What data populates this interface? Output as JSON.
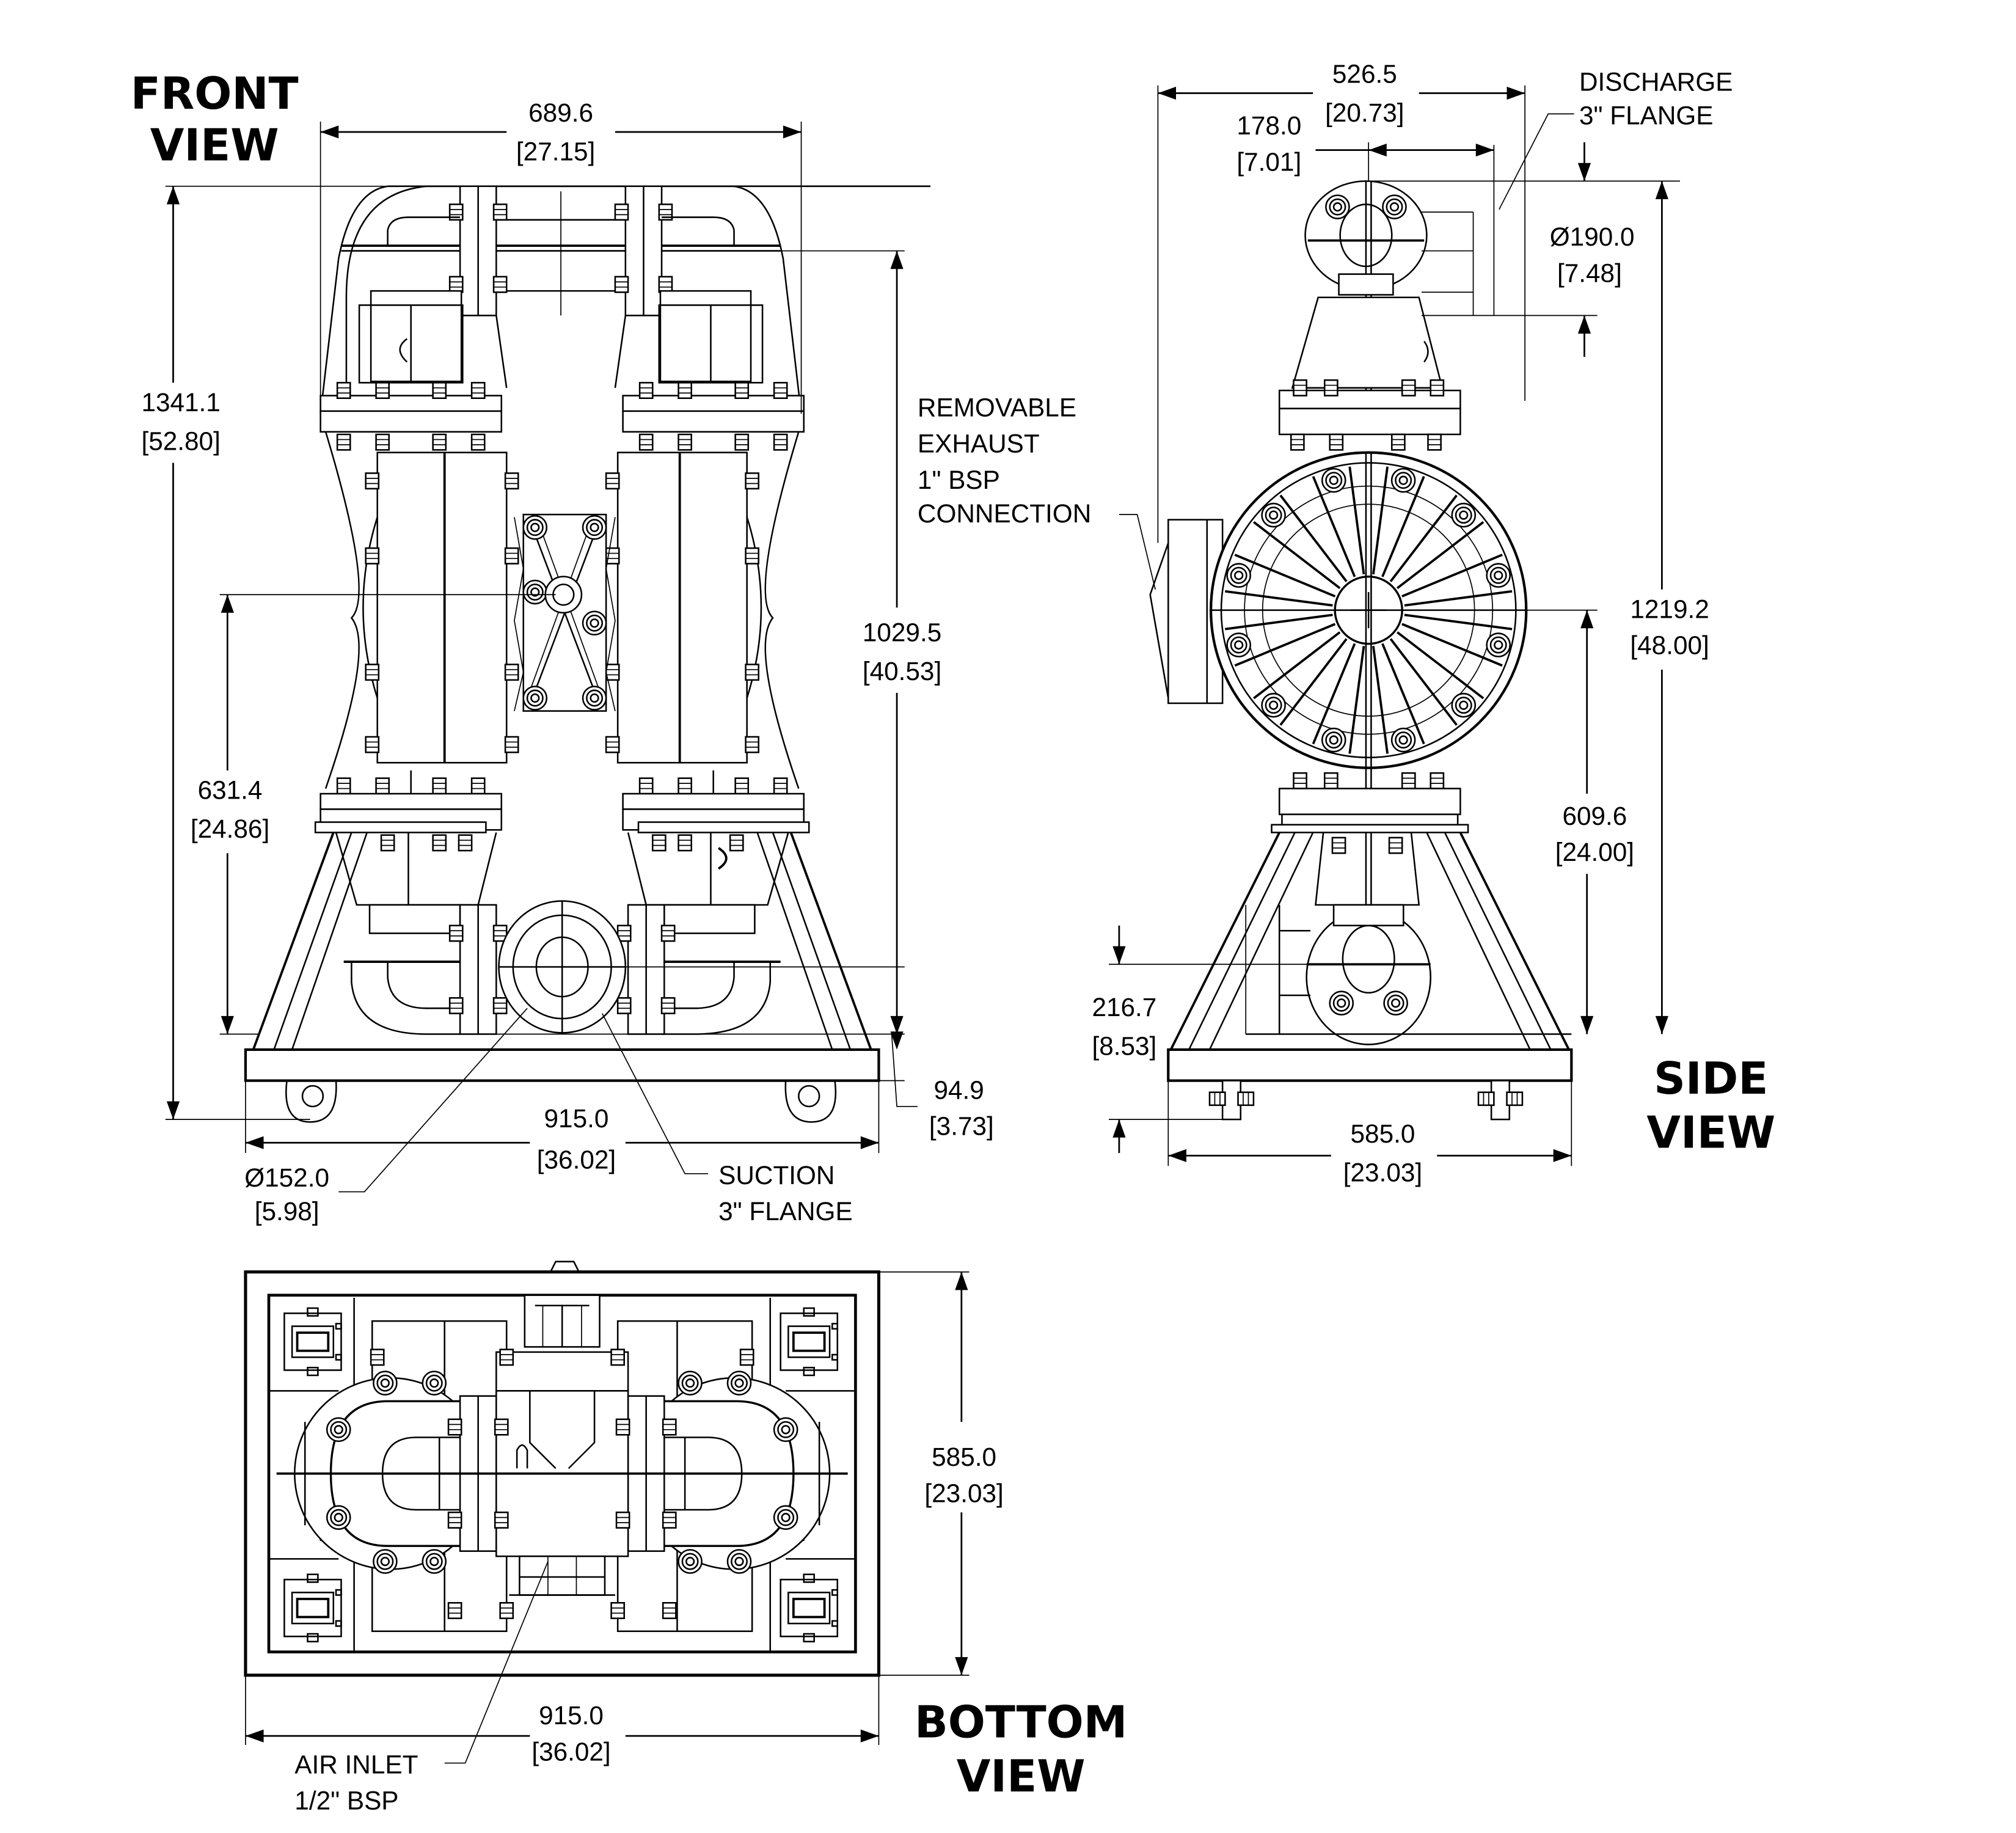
{
  "views": {
    "front": {
      "title_line1": "FRONT",
      "title_line2": "VIEW"
    },
    "side": {
      "title_line1": "SIDE",
      "title_line2": "VIEW"
    },
    "bottom": {
      "title_line1": "BOTTOM",
      "title_line2": "VIEW"
    }
  },
  "dimensions": {
    "front_width": {
      "mm": "689.6",
      "in": "[27.15]"
    },
    "front_height": {
      "mm": "1341.1",
      "in": "[52.80]"
    },
    "front_inlet_height": {
      "mm": "1029.5",
      "in": "[40.53]"
    },
    "front_center_height": {
      "mm": "631.4",
      "in": "[24.86]"
    },
    "front_base_height": {
      "mm": "94.9",
      "in": "[3.73]"
    },
    "front_base_width": {
      "mm": "915.0",
      "in": "[36.02]"
    },
    "suction_diameter": {
      "mm": "Ø152.0",
      "in": "[5.98]"
    },
    "side_width": {
      "mm": "526.5",
      "in": "[20.73]"
    },
    "side_offset": {
      "mm": "178.0",
      "in": "[7.01]"
    },
    "discharge_diameter": {
      "mm": "Ø190.0",
      "in": "[7.48]"
    },
    "side_height": {
      "mm": "1219.2",
      "in": "[48.00]"
    },
    "side_center_height": {
      "mm": "609.6",
      "in": "[24.00]"
    },
    "side_suction_height": {
      "mm": "216.7",
      "in": "[8.53]"
    },
    "side_base_width": {
      "mm": "585.0",
      "in": "[23.03]"
    },
    "bottom_depth": {
      "mm": "585.0",
      "in": "[23.03]"
    },
    "bottom_width": {
      "mm": "915.0",
      "in": "[36.02]"
    }
  },
  "callouts": {
    "discharge": {
      "line1": "DISCHARGE",
      "line2": "3\" FLANGE"
    },
    "exhaust": {
      "line1": "REMOVABLE",
      "line2": "EXHAUST",
      "line3": "1\" BSP",
      "line4": "CONNECTION"
    },
    "suction": {
      "line1": "SUCTION",
      "line2": "3\" FLANGE"
    },
    "air_inlet": {
      "line1": "AIR INLET",
      "line2": "1/2\" BSP"
    }
  }
}
